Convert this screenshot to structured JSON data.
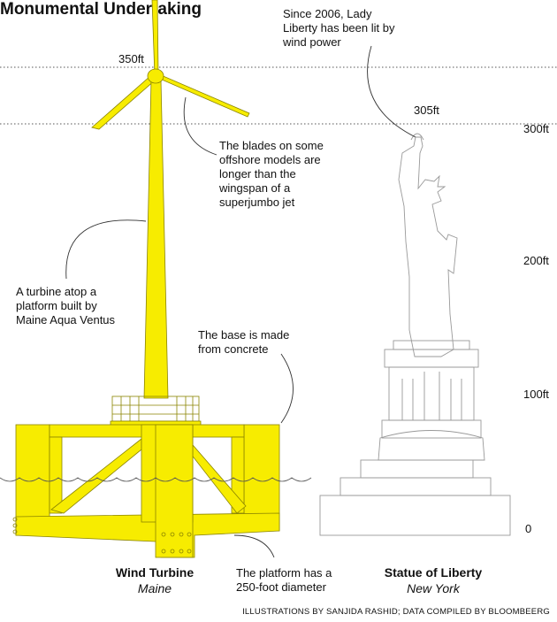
{
  "title": "Monumental Undertaking",
  "heights": {
    "turbine": "350ft",
    "statue": "305ft"
  },
  "axis": [
    "300ft",
    "200ft",
    "100ft",
    "0"
  ],
  "annotations": {
    "lady_liberty": "Since 2006, Lady Liberty has been lit by wind power",
    "blades": "The blades on some offshore models are longer than the wingspan of a superjumbo jet",
    "platform_maine": "A turbine atop a platform built by Maine Aqua Ventus",
    "base": "The base is made from concrete",
    "diameter": "The platform has a 250-foot diameter"
  },
  "labels": {
    "turbine_name": "Wind Turbine",
    "turbine_place": "Maine",
    "statue_name": "Statue of Liberty",
    "statue_place": "New York"
  },
  "credit": "ILLUSTRATIONS BY SANJIDA RASHID; DATA COMPILED BY BLOOMBEERG",
  "colors": {
    "turbine": "#f7ec00",
    "outline": "#777777"
  }
}
